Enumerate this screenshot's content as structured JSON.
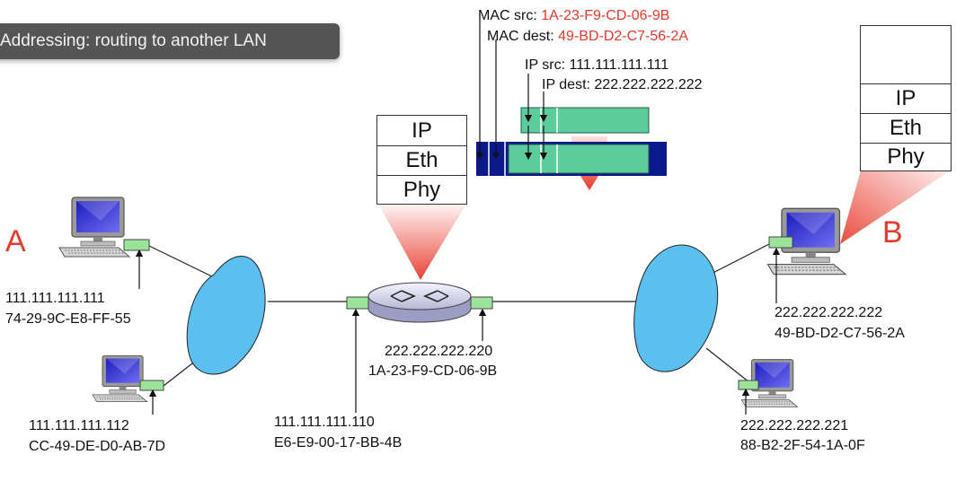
{
  "title": "Addressing: routing to another LAN",
  "labels": {
    "host_a": "A",
    "host_b": "B"
  },
  "frame_header": {
    "mac_src_label": "MAC src:",
    "mac_src_value": "1A-23-F9-CD-06-9B",
    "mac_dest_label": "MAC dest:",
    "mac_dest_value": "49-BD-D2-C7-56-2A",
    "ip_src": "IP src: 111.111.111.111",
    "ip_dest": "IP dest: 222.222.222.222"
  },
  "router_stack": [
    "IP",
    "Eth",
    "Phy"
  ],
  "host_b_stack": [
    "IP",
    "Eth",
    "Phy"
  ],
  "addresses": {
    "host_a_ip": "111.111.111.111",
    "host_a_mac": "74-29-9C-E8-FF-55",
    "host_a2_ip": "111.111.111.112",
    "host_a2_mac": "CC-49-DE-D0-AB-7D",
    "router_left_ip": "111.111.111.110",
    "router_left_mac": "E6-E9-00-17-BB-4B",
    "router_right_ip": "222.222.222.220",
    "router_right_mac": "1A-23-F9-CD-06-9B",
    "host_b_ip": "222.222.222.222",
    "host_b_mac": "49-BD-D2-C7-56-2A",
    "host_b2_ip": "222.222.222.221",
    "host_b2_mac": "88-B2-2F-54-1A-0F"
  },
  "colors": {
    "accent_red": "#e8392b",
    "cloud": "#5bc0f0",
    "frame": "#0a1a8c",
    "datagram": "#5ccc9c",
    "nic": "#9be39b"
  }
}
